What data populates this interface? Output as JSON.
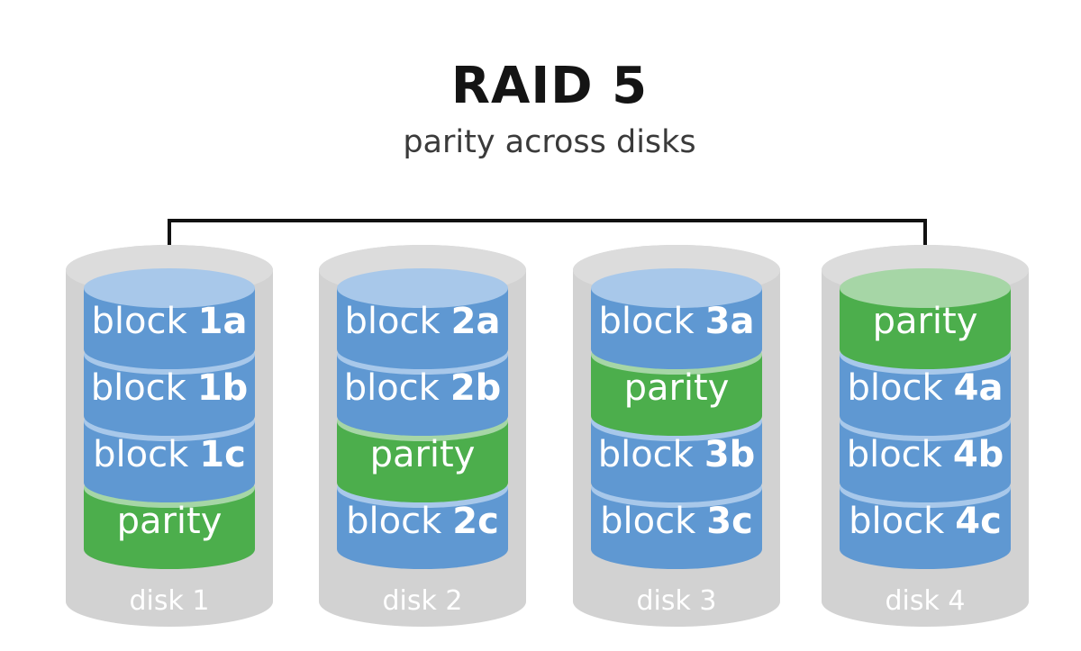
{
  "title": "RAID 5",
  "subtitle": "parity across disks",
  "colors": {
    "data_block": "#5f98d2",
    "data_block_top": "#a8c8ea",
    "parity_block": "#4cae4c",
    "parity_block_top": "#a6d6a6",
    "disk_casing": "#d2d2d2",
    "connector": "#111111"
  },
  "disks": [
    {
      "label": "disk 1",
      "blocks": [
        {
          "kind": "data",
          "word": "block",
          "id": "1a"
        },
        {
          "kind": "data",
          "word": "block",
          "id": "1b"
        },
        {
          "kind": "data",
          "word": "block",
          "id": "1c"
        },
        {
          "kind": "parity",
          "word": "parity",
          "id": ""
        }
      ]
    },
    {
      "label": "disk 2",
      "blocks": [
        {
          "kind": "data",
          "word": "block",
          "id": "2a"
        },
        {
          "kind": "data",
          "word": "block",
          "id": "2b"
        },
        {
          "kind": "parity",
          "word": "parity",
          "id": ""
        },
        {
          "kind": "data",
          "word": "block",
          "id": "2c"
        }
      ]
    },
    {
      "label": "disk 3",
      "blocks": [
        {
          "kind": "data",
          "word": "block",
          "id": "3a"
        },
        {
          "kind": "parity",
          "word": "parity",
          "id": ""
        },
        {
          "kind": "data",
          "word": "block",
          "id": "3b"
        },
        {
          "kind": "data",
          "word": "block",
          "id": "3c"
        }
      ]
    },
    {
      "label": "disk 4",
      "blocks": [
        {
          "kind": "parity",
          "word": "parity",
          "id": ""
        },
        {
          "kind": "data",
          "word": "block",
          "id": "4a"
        },
        {
          "kind": "data",
          "word": "block",
          "id": "4b"
        },
        {
          "kind": "data",
          "word": "block",
          "id": "4c"
        }
      ]
    }
  ]
}
